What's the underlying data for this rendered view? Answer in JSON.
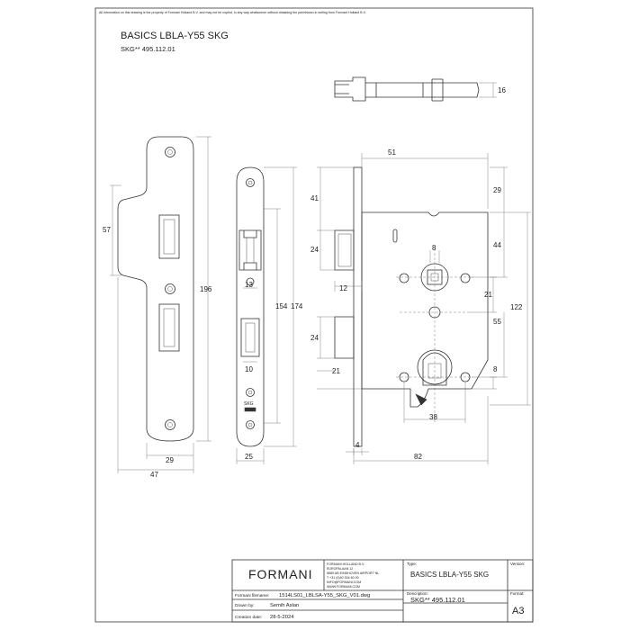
{
  "notice": "All information on this drawing is the property of Formani Holland B.V. and may not be copied, in any way whatsoever without obtaining the permission in writing from Formani Holland B.V.",
  "header": {
    "title": "BASICS LBLA-Y55 SKG",
    "code": "SKG** 495.112.01"
  },
  "dimensions": {
    "strike": {
      "d57": "57",
      "d196": "196",
      "d29": "29",
      "d47": "47"
    },
    "faceplate": {
      "d13": "13",
      "d154": "154",
      "d174": "174",
      "d10": "10",
      "d25": "25"
    },
    "body": {
      "d16": "16",
      "d51": "51",
      "d29": "29",
      "d41": "41",
      "d8a": "8",
      "d44": "44",
      "d24a": "24",
      "d12": "12",
      "d21a": "21",
      "d122": "122",
      "d55": "55",
      "d24b": "24",
      "d21b": "21",
      "d8b": "8",
      "d38": "38",
      "d4": "4",
      "d82": "82"
    }
  },
  "title_block": {
    "logo": "FORMANI",
    "company_lines": [
      "FORMANI HOLLAND B.V.",
      "EUROPALAAN 12",
      "5689 AB EINDHOVEN AIRPORT NL",
      "T +31 (0)40 304 60 00",
      "INFO@FORMANI.COM",
      "WWW.FORMANI.COM"
    ],
    "type_label": "Type:",
    "type_value": "BASICS LBLA-Y55 SKG",
    "version_label": "Version:",
    "filename_label": "Formani filename:",
    "filename_value": "1514LS01_LBLSA-Y55_SKG_V01.dwg",
    "description_label": "Description:",
    "description_value": "SKG** 495.112.01",
    "format_label": "Format:",
    "format_value": "A3",
    "drawn_label": "Drawn by:",
    "drawn_value": "Semih Aslan",
    "creation_label": "Creation date:",
    "creation_value": "28-5-2024"
  }
}
